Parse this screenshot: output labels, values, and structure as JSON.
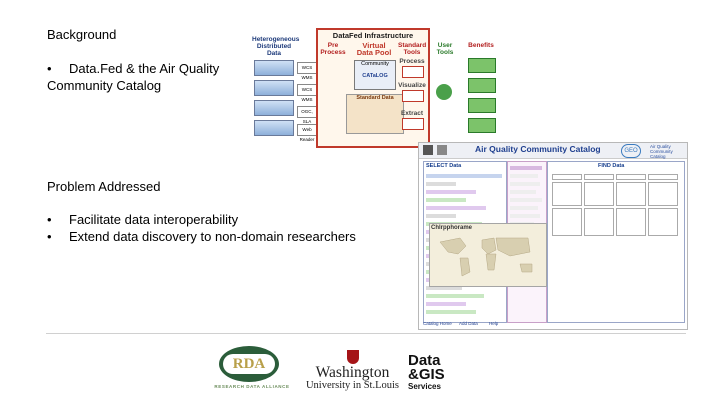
{
  "slide": {
    "heading_background": "Background",
    "background_bullet": "Data.Fed & the Air Quality Community Catalog",
    "heading_problem": "Problem Addressed",
    "problem_bullets": [
      "Facilitate data interoperability",
      "Extend data discovery to non-domain researchers"
    ]
  },
  "diagram": {
    "sources_title": "Heterogeneous Distributed Data",
    "infra_title": "DataFed Infrastructure",
    "pre_process": "Pre Process",
    "virtual_pool": "Virtual Data Pool",
    "standard_tools": "Standard Tools",
    "user_tools": "User Tools",
    "benefits": "Benefits",
    "community": "Community",
    "catalog": "CATaLOG",
    "standard_data": "Standard Data",
    "process": "Process",
    "visualize": "Visualize",
    "extract": "Extract",
    "ws_labels": [
      "WCS WMS",
      "WCS WMS",
      "OGC, SLA",
      "Web Reader"
    ]
  },
  "catalog": {
    "title": "Air Quality Community Catalog",
    "logo_text": "GEO",
    "side_text": "Air Quality Community Catalog",
    "select_title": "SELECT Data",
    "find_title": "FIND Data",
    "map_title": "Chlrpphorame",
    "footer_left": "Catalog Home",
    "footer_mid": "Add Data",
    "footer_right": "Help"
  },
  "logos": {
    "rda": "RDA",
    "rda_sub": "RESEARCH DATA ALLIANCE",
    "wustl_name": "Washington",
    "wustl_sub": "University in St.Louis",
    "dgis_1": "Data",
    "dgis_2": "&GIS",
    "dgis_3": "Services"
  },
  "colors": {
    "accent_red": "#c0392b",
    "accent_blue": "#1f3f8f",
    "green": "#2a7a2a"
  }
}
